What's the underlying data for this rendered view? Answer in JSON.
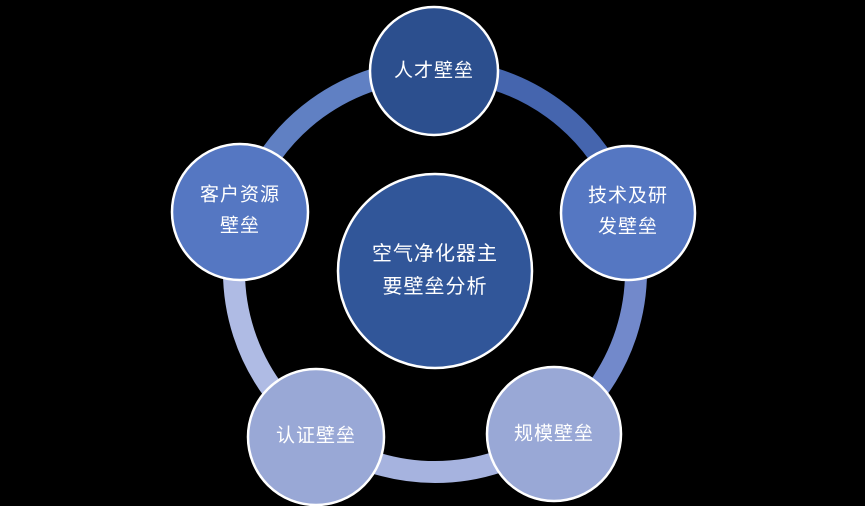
{
  "diagram": {
    "title": "空气净化器主要壁垒分析",
    "background_color": "#000000",
    "text_color": "#FFFFFF",
    "circle_border_color": "#FFFFFF",
    "center": {
      "label": "空气净化器主要壁垒分析",
      "fill": "#315699"
    },
    "nodes": [
      {
        "id": "talent",
        "position": "top",
        "label": "人才壁垒",
        "fill": "#2C4F8E"
      },
      {
        "id": "tech-rd",
        "position": "right",
        "label": "技术及研发壁垒",
        "fill": "#5577C2"
      },
      {
        "id": "scale",
        "position": "bottom-right",
        "label": "规模壁垒",
        "fill": "#99A8D6"
      },
      {
        "id": "certification",
        "position": "bottom-left",
        "label": "认证壁垒",
        "fill": "#99A8D6"
      },
      {
        "id": "customer-resource",
        "position": "left",
        "label": "客户资源壁垒",
        "fill": "#5577C2"
      }
    ],
    "ring": {
      "segments": [
        {
          "from": "top",
          "to": "right",
          "color": "#4565AE"
        },
        {
          "from": "right",
          "to": "bottom-right",
          "color": "#7289CB"
        },
        {
          "from": "bottom-right",
          "to": "bottom-left",
          "color": "#A6B3DF"
        },
        {
          "from": "bottom-left",
          "to": "left",
          "color": "#AFBBE4"
        },
        {
          "from": "left",
          "to": "top",
          "color": "#6080C3"
        }
      ]
    }
  }
}
